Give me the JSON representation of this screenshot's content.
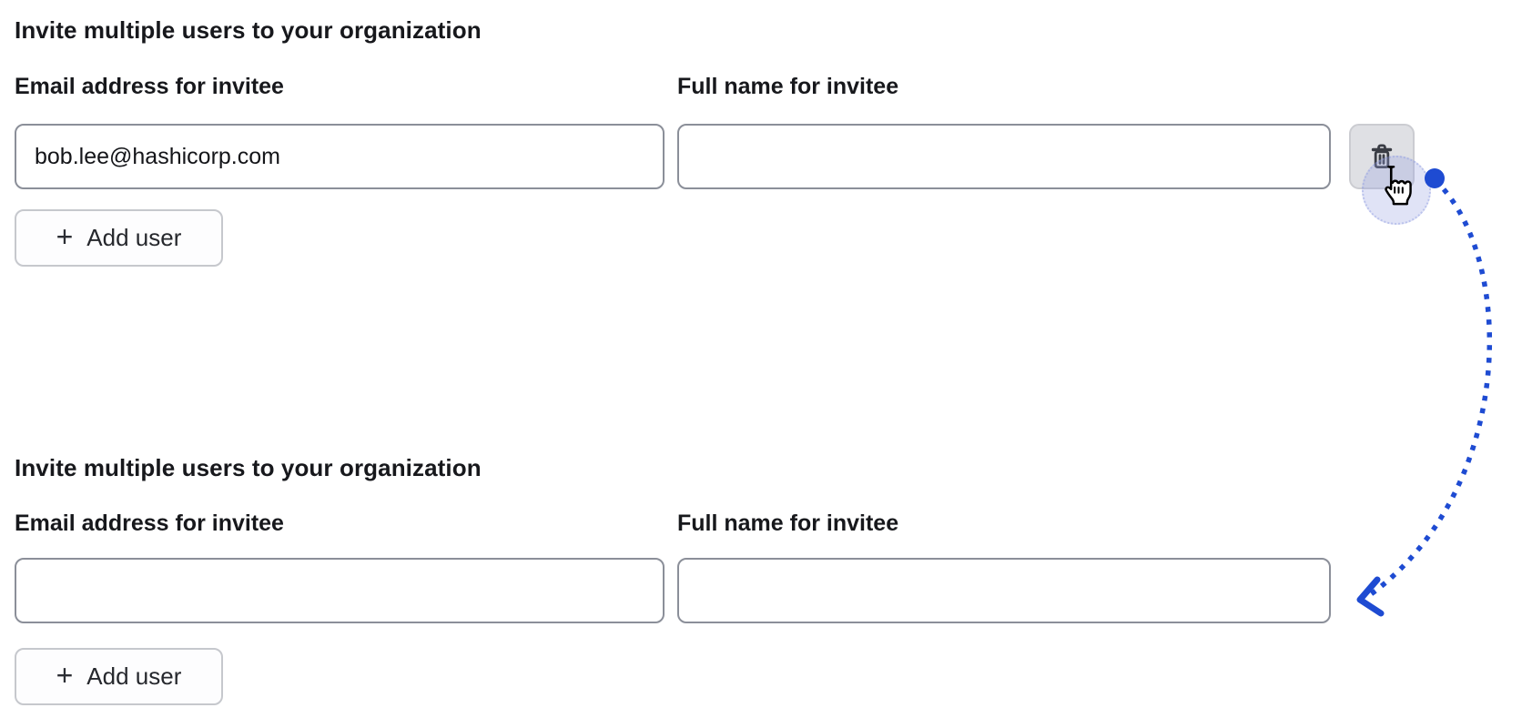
{
  "colors": {
    "accent_blue": "#1e4bd2",
    "input_border": "#8b8f99",
    "trash_button_bg": "#dfe0e4",
    "text_dark": "#17181c"
  },
  "sections": [
    {
      "heading": "Invite multiple users to your organization",
      "fields": [
        {
          "label": "Email address for invitee",
          "value": "bob.lee@hashicorp.com"
        },
        {
          "label": "Full name for invitee",
          "value": ""
        }
      ],
      "add_button": {
        "icon": "+",
        "label": "Add user"
      }
    },
    {
      "heading": "Invite multiple users to your organization",
      "fields": [
        {
          "label": "Email address for invitee",
          "value": ""
        },
        {
          "label": "Full name for invitee",
          "value": ""
        }
      ],
      "add_button": {
        "icon": "+",
        "label": "Add user"
      }
    }
  ]
}
